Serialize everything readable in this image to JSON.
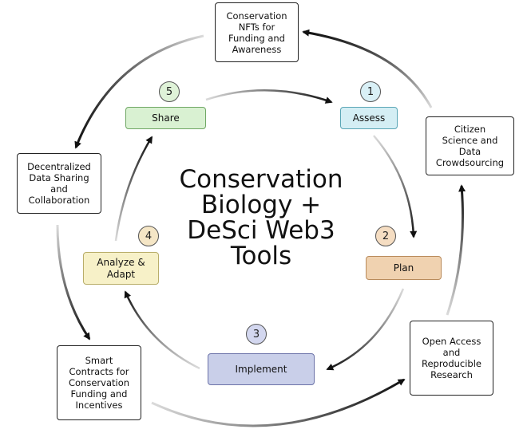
{
  "title": "Conservation\nBiology +\nDeSci Web3\nTools",
  "outer_boxes": {
    "nfts": "Conservation\nNFTs for\nFunding and\nAwareness",
    "citizen": "Citizen\nScience and\nData\nCrowdsourcing",
    "open_access": "Open Access\nand\nReproducible\nResearch",
    "smart_contracts": "Smart\nContracts for\nConservation\nFunding and\nIncentives",
    "decentralized": "Decentralized\nData Sharing\nand\nCollaboration"
  },
  "steps": {
    "assess": {
      "number": "1",
      "label": "Assess"
    },
    "plan": {
      "number": "2",
      "label": "Plan"
    },
    "implement": {
      "number": "3",
      "label": "Implement"
    },
    "analyze": {
      "number": "4",
      "label": "Analyze &\nAdapt"
    },
    "share": {
      "number": "5",
      "label": "Share"
    }
  },
  "colors": {
    "assess_fill": "#d4eef4",
    "assess_border": "#5aa6b6",
    "assess_circle": "#d9f0f6",
    "plan_fill": "#f0d2b0",
    "plan_border": "#b98b5c",
    "plan_circle": "#f5ddc2",
    "implement_fill": "#c9cfe9",
    "implement_border": "#6b72a8",
    "implement_circle": "#d3d7ef",
    "analyze_fill": "#f7f1c8",
    "analyze_border": "#b9ae6a",
    "analyze_circle": "#f5e6c6",
    "share_fill": "#d9f1d2",
    "share_border": "#6fa764",
    "share_circle": "#dff2d8"
  }
}
